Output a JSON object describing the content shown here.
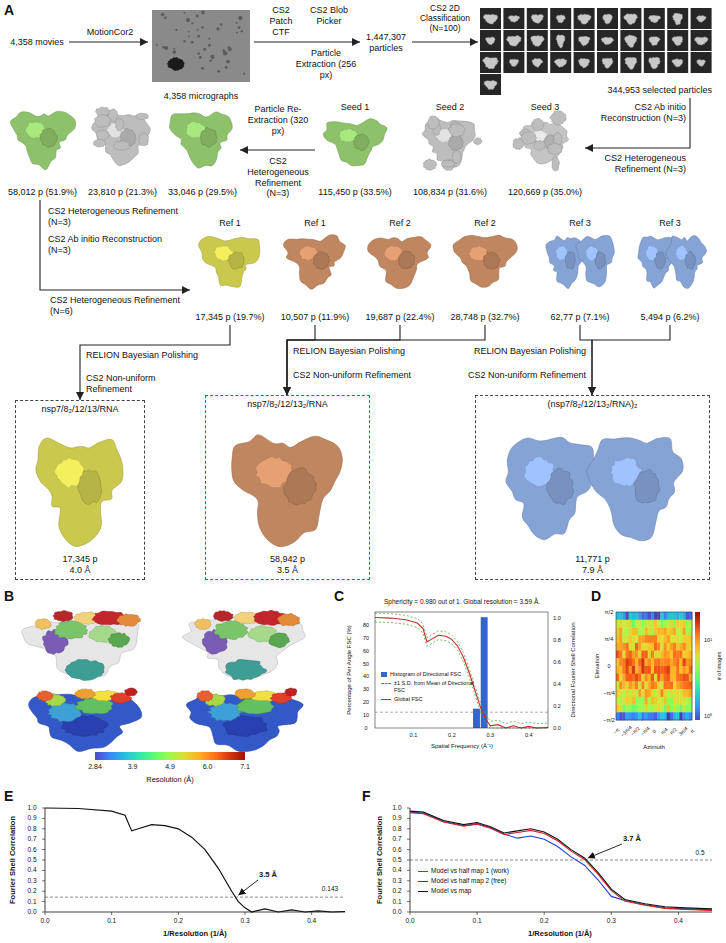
{
  "diagram": {
    "nodes": [
      {
        "text": [
          "4,358 movies"
        ]
      },
      {
        "text": [
          "4,358 micrographs"
        ]
      },
      {
        "text": [
          "1,447,307 particles"
        ]
      },
      {
        "text": [
          "344,953 selected particles"
        ]
      },
      {
        "text": [
          "Seed 1",
          "115,450 p (33.5%)"
        ]
      },
      {
        "text": [
          "Seed 2",
          "108,834 p (31.6%)"
        ]
      },
      {
        "text": [
          "Seed 3",
          "120,669 p (35.0%)"
        ]
      },
      {
        "text": [
          "58,012 p (51.9%)"
        ]
      },
      {
        "text": [
          "23,810 p (21.3%)"
        ]
      },
      {
        "text": [
          "33,046 p (29.5%)"
        ]
      },
      {
        "text": [
          "Ref 1",
          "17,345 p (19.7%)"
        ]
      },
      {
        "text": [
          "Ref 1",
          "10,507 p (11.9%)"
        ]
      },
      {
        "text": [
          "Ref 2",
          "19,687 p (22.4%)"
        ]
      },
      {
        "text": [
          "Ref 2",
          "28,748 p (32.7%)"
        ]
      },
      {
        "text": [
          "Ref 3",
          "62,77 p (7.1%)"
        ]
      },
      {
        "text": [
          "Ref 3",
          "5,494 p (6.2%)"
        ]
      },
      {
        "text": [
          "nsp7/8₂/12/13/RNA",
          "17,345 p",
          "4.0 Å"
        ]
      },
      {
        "text": [
          "nsp7/8₂/12/13₂/RNA",
          "58,942 p",
          "3.5 Å"
        ]
      },
      {
        "text": [
          "(nsp7/8₂/12/13₂/RNA)₂",
          "11,771 p",
          "7.9 Å"
        ]
      }
    ],
    "edges": [
      {
        "from": 0,
        "to": 1,
        "arrow": "to",
        "label": "MotionCor2"
      },
      {
        "from": 1,
        "to": 2,
        "arrow": "to",
        "label": "CS2 Patch CTF"
      },
      {
        "from": 2,
        "to": 3,
        "arrow": "to",
        "label": "CS2 2D Classification (N=100)"
      },
      {
        "from": 3,
        "to": 6,
        "arrow": "to",
        "label": "CS2 Ab initio Reconstruction (N=3)"
      },
      {
        "from": 4,
        "to": 9,
        "arrow": "to",
        "label": "Particle Re-Extraction (320 px)"
      },
      {
        "from": 7,
        "to": 10,
        "arrow": "to",
        "label": "CS2 Heterogeneous Refinement (N=6)"
      },
      {
        "from": 10,
        "to": 16,
        "arrow": "to"
      },
      {
        "from": 11,
        "to": 17,
        "arrow": "to"
      },
      {
        "from": 12,
        "to": 17,
        "arrow": "to"
      },
      {
        "from": 13,
        "to": 17,
        "arrow": "to"
      },
      {
        "from": 14,
        "to": 18,
        "arrow": "to"
      },
      {
        "from": 15,
        "to": 18,
        "arrow": "to"
      }
    ],
    "labels": [
      "A",
      "CS2 Blob Picker",
      "Particle Extraction (256 px)",
      "CS2 Heterogeneous Refinement (N=3)",
      "CS2 Heterogeneous Refinement (N=3)",
      "CS2 Heterogeneous Refinement (N=3)",
      "CS2 Ab initio Reconstruction (N=3)",
      "RELION Bayesian Polishing",
      "CS2 Non-uniform Refinement",
      "RELION Bayesian Polishing",
      "CS2 Non-uniform Refinement",
      "RELION Bayesian Polishing",
      "CS2 Non-uniform Refinement",
      "B",
      "2.84",
      "3.9",
      "4.9",
      "6.0",
      "7.1",
      "Resolution (Å)",
      "C",
      "Sphericity = 0.980 out of 1. Global resolution = 3.59 Å.",
      "Percentage of Per Angle FSC (%)",
      "Directional Fourier Shell Correlation",
      "Spatial Frequency (Å⁻¹)",
      "0",
      "10",
      "20",
      "30",
      "40",
      "50",
      "60",
      "70",
      "80",
      "0.0",
      "0.2",
      "0.4",
      "0.6",
      "0.8",
      "1.0",
      "0.1",
      "0.2",
      "0.3",
      "0.4",
      "D",
      "Elevation",
      "Azimuth",
      "# of images",
      "π/2",
      "π/4",
      "0",
      "−π/4",
      "−π/2",
      "−π",
      "−3π/4",
      "−π/2",
      "−π/4",
      "0",
      "π/4",
      "π/2",
      "3π/4",
      "π",
      "10¹",
      "10⁰",
      "E",
      "Fourier Shell Correlation",
      "1/Resolution (1/Å)",
      "0.0",
      "0.1",
      "0.2",
      "0.3",
      "0.4",
      "0.5",
      "0.6",
      "0.7",
      "0.8",
      "0.9",
      "1.0",
      "0.0",
      "0.1",
      "0.2",
      "0.3",
      "0.4",
      "3.5 Å",
      "0.143",
      "F",
      "Fourier Shell Correlation",
      "1/Resolution (1/Å)",
      "0.0",
      "0.1",
      "0.2",
      "0.3",
      "0.4",
      "0.5",
      "0.6",
      "0.7",
      "0.8",
      "0.9",
      "1.0",
      "0.0",
      "0.1",
      "0.2",
      "0.3",
      "0.4",
      "3.7 Å",
      "0.5"
    ],
    "legend": [
      {
        "text": "Histogram of Directional FSC",
        "color": "#3366cc"
      },
      {
        "text": "±1 S.D. from Mean of Directional FSC"
      },
      {
        "text": "Global FSC"
      },
      {
        "text": "Model vs half map 1 (work)"
      },
      {
        "text": "Model vs half map 2 (free)"
      },
      {
        "text": "Model vs map"
      }
    ]
  }
}
